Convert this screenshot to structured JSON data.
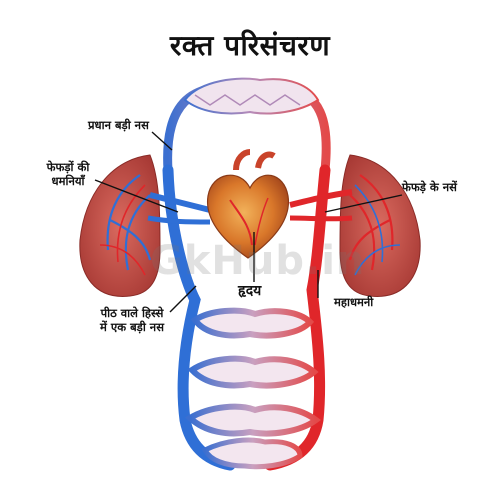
{
  "title": "रक्त परिसंचरण",
  "labels": {
    "vena_cava": "प्रधान बड़ी नस",
    "pulmonary_artery_line1": "फेफड़ों की",
    "pulmonary_artery_line2": "धमनियाँ",
    "pulmonary_vein": "फेफड़े के नसें",
    "heart": "हृदय",
    "aorta": "महाधमनी",
    "lower_vein_line1": "पीठ वाले हिस्से",
    "lower_vein_line2": "में एक बड़ी नस"
  },
  "watermark": "GkHub.in",
  "colors": {
    "vein": "#2f6fd6",
    "artery": "#e0262a",
    "lung": "#c8504a",
    "heart": "#d9772a"
  }
}
